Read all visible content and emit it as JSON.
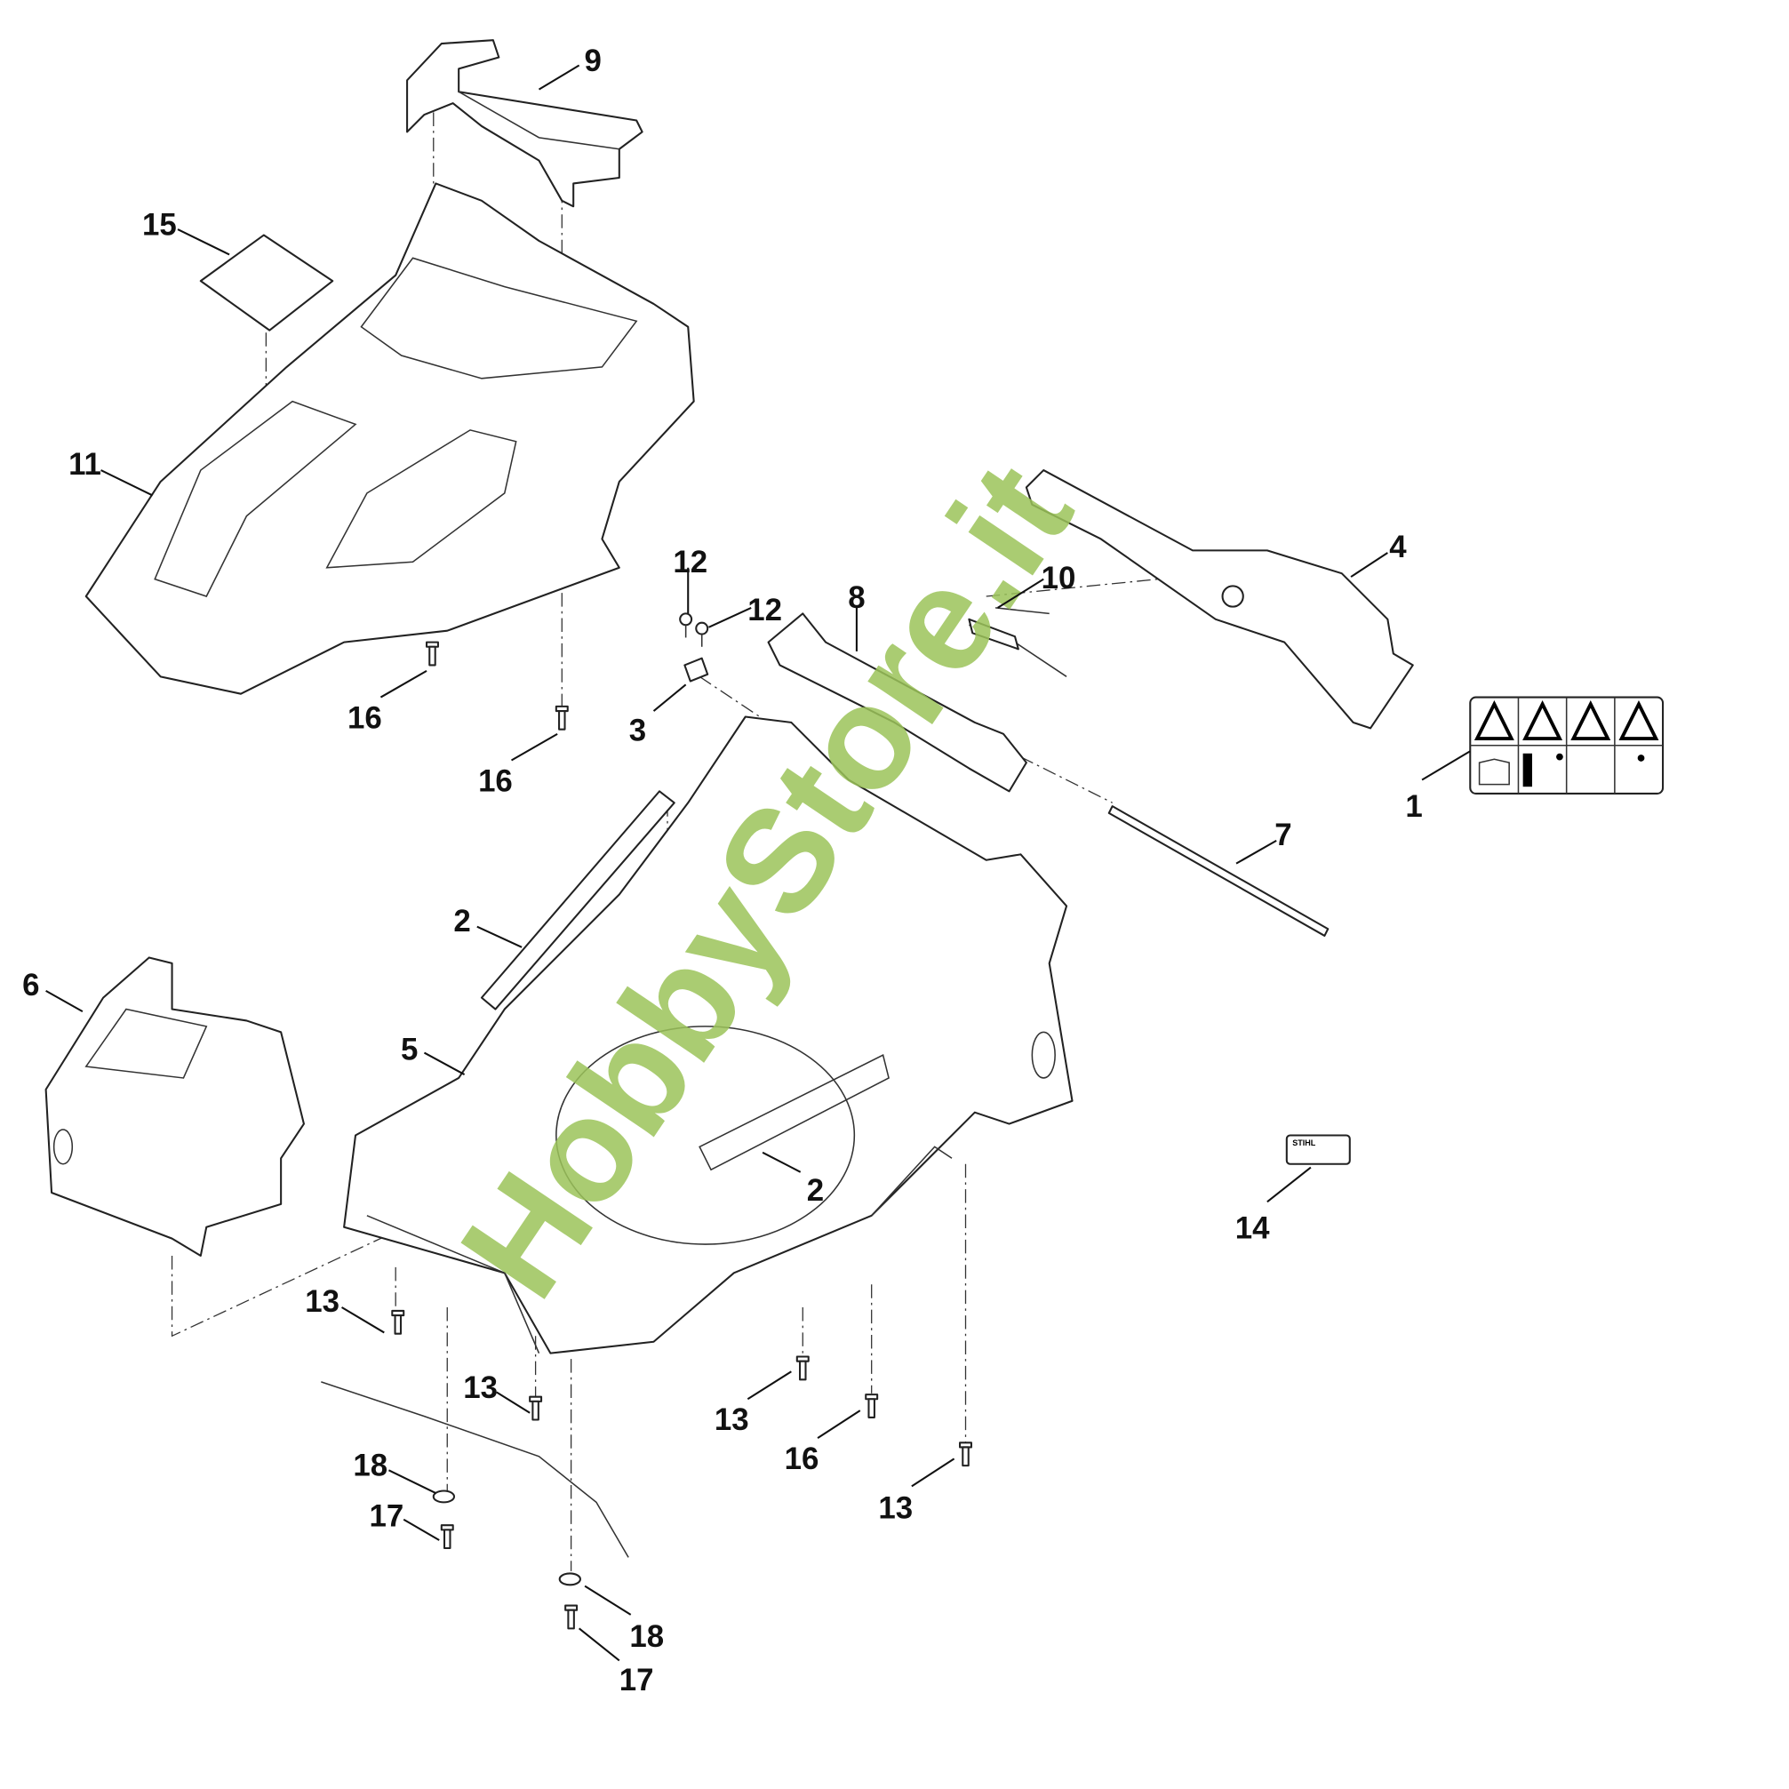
{
  "diagram": {
    "type": "exploded parts diagram",
    "watermark": "HobbyStore.it",
    "callouts": [
      "9",
      "15",
      "11",
      "12",
      "12",
      "8",
      "10",
      "4",
      "1",
      "7",
      "16",
      "16",
      "3",
      "2",
      "6",
      "5",
      "2",
      "14",
      "13",
      "13",
      "13",
      "16",
      "13",
      "18",
      "17",
      "18",
      "17"
    ],
    "label_14_text": "STIHL",
    "colors": {
      "line": "#222222",
      "watermark": "#9cc45a"
    }
  }
}
